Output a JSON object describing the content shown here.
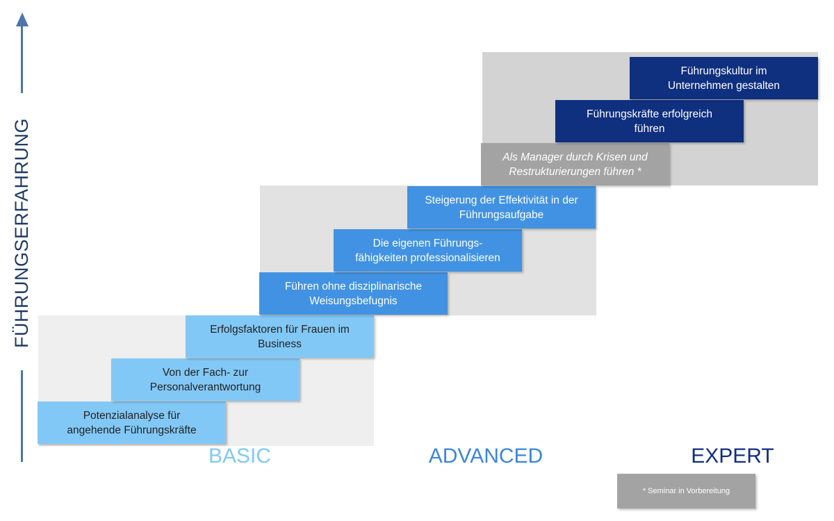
{
  "axis": {
    "title": "FÜHRUNGSERFAHRUNG"
  },
  "levels": {
    "basic": "BASIC",
    "advanced": "ADVANCED",
    "expert": "EXPERT"
  },
  "steps": [
    {
      "line1": "Potenzialanalyse für",
      "line2": "angehende Führungskräfte"
    },
    {
      "line1": "Von der Fach- zur",
      "line2": "Personalverantwortung"
    },
    {
      "line1": "Erfolgsfaktoren für Frauen im",
      "line2": "Business"
    },
    {
      "line1": "Führen ohne disziplinarische",
      "line2": "Weisungsbefugnis"
    },
    {
      "line1": "Die eigenen Führungs-",
      "line2": "fähigkeiten professionalisieren"
    },
    {
      "line1": "Steigerung der Effektivität in der",
      "line2": "Führungsaufgabe"
    },
    {
      "line1": "Als Manager durch Krisen und",
      "line2": "Restrukturierungen führen *"
    },
    {
      "line1": "Führungskräfte erfolgreich",
      "line2": "führen"
    },
    {
      "line1": "Führungskultur im",
      "line2": "Unternehmen gestalten"
    }
  ],
  "note": "* Seminar in  Vorbereitung",
  "colors": {
    "basic": "#82c8f6",
    "advanced": "#4192e2",
    "expert": "#0f2f7f",
    "in_preparation": "#a3a3a3",
    "axis": "#4c76a8"
  }
}
